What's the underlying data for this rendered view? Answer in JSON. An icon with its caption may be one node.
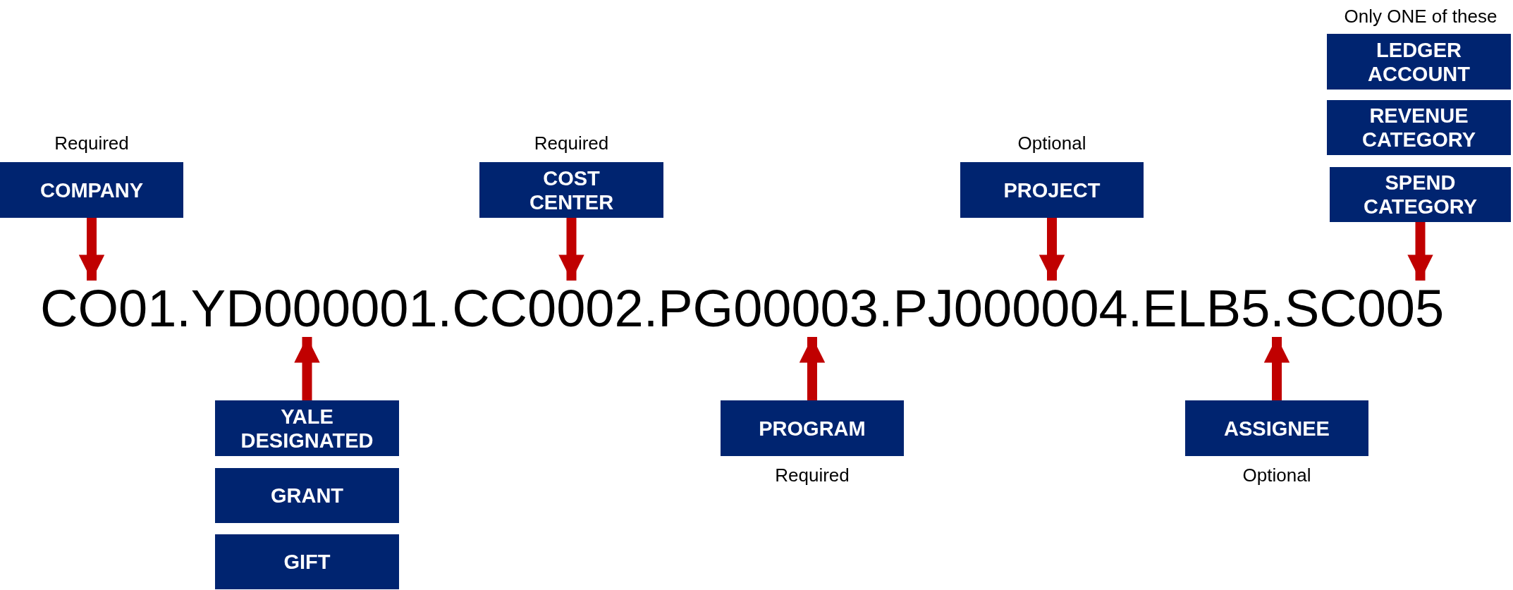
{
  "diagram": {
    "nodes": [
      {
        "text": [
          "LEDGER ACCOUNT"
        ]
      },
      {
        "text": [
          "REVENUE CATEGORY"
        ]
      },
      {
        "text": [
          "COMPANY"
        ],
        "beside": [
          "Required"
        ]
      },
      {
        "text": [
          "COST CENTER"
        ],
        "beside": [
          "Required"
        ]
      },
      {
        "text": [
          "PROJECT"
        ],
        "beside": [
          "Optional"
        ]
      },
      {
        "text": [
          "SPEND CATEGORY"
        ]
      },
      {
        "text": [
          "CO01.YD000001.CC0002.PG00003.PJ000004.ELB5.SC005"
        ]
      },
      {
        "text": [
          "YALE DESIGNATED"
        ]
      },
      {
        "text": [
          "GRANT"
        ]
      },
      {
        "text": [
          "GIFT"
        ]
      },
      {
        "text": [
          "PROGRAM"
        ],
        "beside": [
          "Required"
        ]
      },
      {
        "text": [
          "ASSIGNEE"
        ],
        "beside": [
          "Optional"
        ]
      }
    ],
    "edges": [
      {
        "from": 2,
        "to": 6,
        "arrow": "to"
      },
      {
        "from": 3,
        "to": 6,
        "arrow": "to"
      },
      {
        "from": 4,
        "to": 6,
        "arrow": "to"
      },
      {
        "from": 5,
        "to": 6,
        "arrow": "to"
      },
      {
        "from": 7,
        "to": 6,
        "arrow": "to"
      },
      {
        "from": 10,
        "to": 6,
        "arrow": "to"
      },
      {
        "from": 11,
        "to": 6,
        "arrow": "to"
      }
    ],
    "labels": [
      "Only ONE of these"
    ]
  }
}
